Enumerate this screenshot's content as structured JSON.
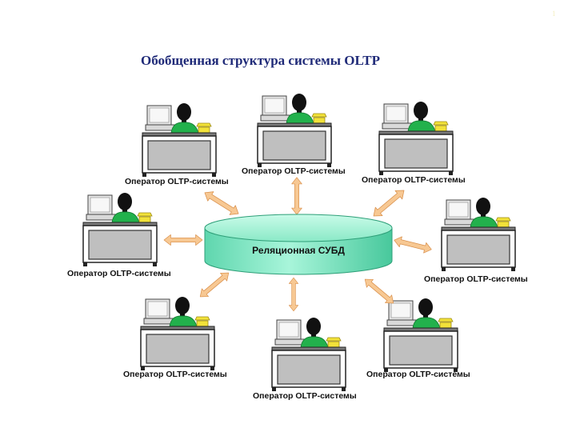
{
  "slide": {
    "title": "Обобщенная структура системы OLTP",
    "number": "1"
  },
  "database": {
    "label": "Реляционная СУБД",
    "icon": "database-cylinder-icon",
    "color": "#7fe8c4"
  },
  "operators": [
    {
      "label": "Оператор OLTP-системы"
    },
    {
      "label": "Оператор OLTP-системы"
    },
    {
      "label": "Оператор OLTP-системы"
    },
    {
      "label": "Оператор OLTP-системы"
    },
    {
      "label": "Оператор OLTP-системы"
    },
    {
      "label": "Оператор OLTP-системы"
    },
    {
      "label": "Оператор OLTP-системы"
    },
    {
      "label": "Оператор OLTP-системы"
    }
  ],
  "icons": {
    "operator": "operator-workstation-icon",
    "arrow": "double-arrow-icon"
  },
  "colors": {
    "title": "#1f2a78",
    "shirt": "#22b14c",
    "arrow": "#f5c08a",
    "desk": "#bfbfbf"
  }
}
